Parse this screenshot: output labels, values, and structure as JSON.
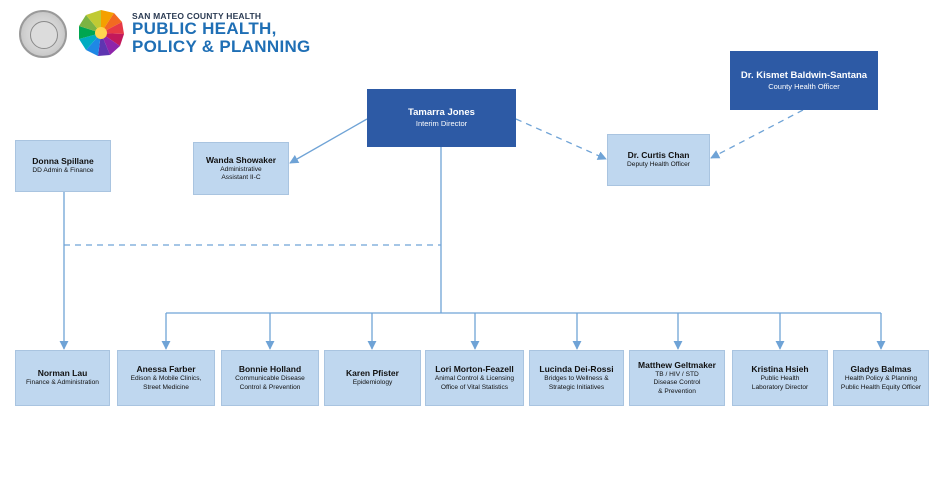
{
  "header": {
    "org_small": "SAN MATEO COUNTY HEALTH",
    "org_line1": "PUBLIC HEALTH,",
    "org_line2": "POLICY & PLANNING",
    "seal_icon": "county-seal-icon",
    "logo_icon": "mosaic-logo-icon",
    "colors": {
      "brand": "#1f6fb5",
      "dark_box": "#2d5aa5",
      "light_box": "#bfd7ef",
      "connector": "#6fa3d6"
    }
  },
  "nodes": {
    "director": {
      "name": "Tamarra Jones",
      "title": "Interim Director"
    },
    "health_officer": {
      "name": "Dr. Kismet Baldwin-Santana",
      "title": "County Health Officer"
    },
    "deputy": {
      "name": "Dr. Curtis Chan",
      "title": "Deputy Health Officer"
    },
    "assistant": {
      "name": "Wanda Showaker",
      "title": "Administrative\nAssistant II-C"
    },
    "dd_admin": {
      "name": "Donna Spillane",
      "title": "DD Admin & Finance"
    },
    "reports": [
      {
        "name": "Norman Lau",
        "title": "Finance & Administration"
      },
      {
        "name": "Anessa Farber",
        "title": "Edison & Mobile Clinics,\nStreet Medicine"
      },
      {
        "name": "Bonnie Holland",
        "title": "Communicable Disease\nControl & Prevention"
      },
      {
        "name": "Karen Pfister",
        "title": "Epidemiology"
      },
      {
        "name": "Lori Morton-Feazell",
        "title": "Animal Control & Licensing\nOffice of Vital Statistics"
      },
      {
        "name": "Lucinda Dei-Rossi",
        "title": "Bridges to Wellness &\nStrategic Initiatives"
      },
      {
        "name": "Matthew Geltmaker",
        "title": "TB / HIV / STD\nDisease Control\n& Prevention"
      },
      {
        "name": "Kristina Hsieh",
        "title": "Public Health\nLaboratory Director"
      },
      {
        "name": "Gladys Balmas",
        "title": "Health Policy & Planning\nPublic Health Equity Officer"
      }
    ]
  }
}
